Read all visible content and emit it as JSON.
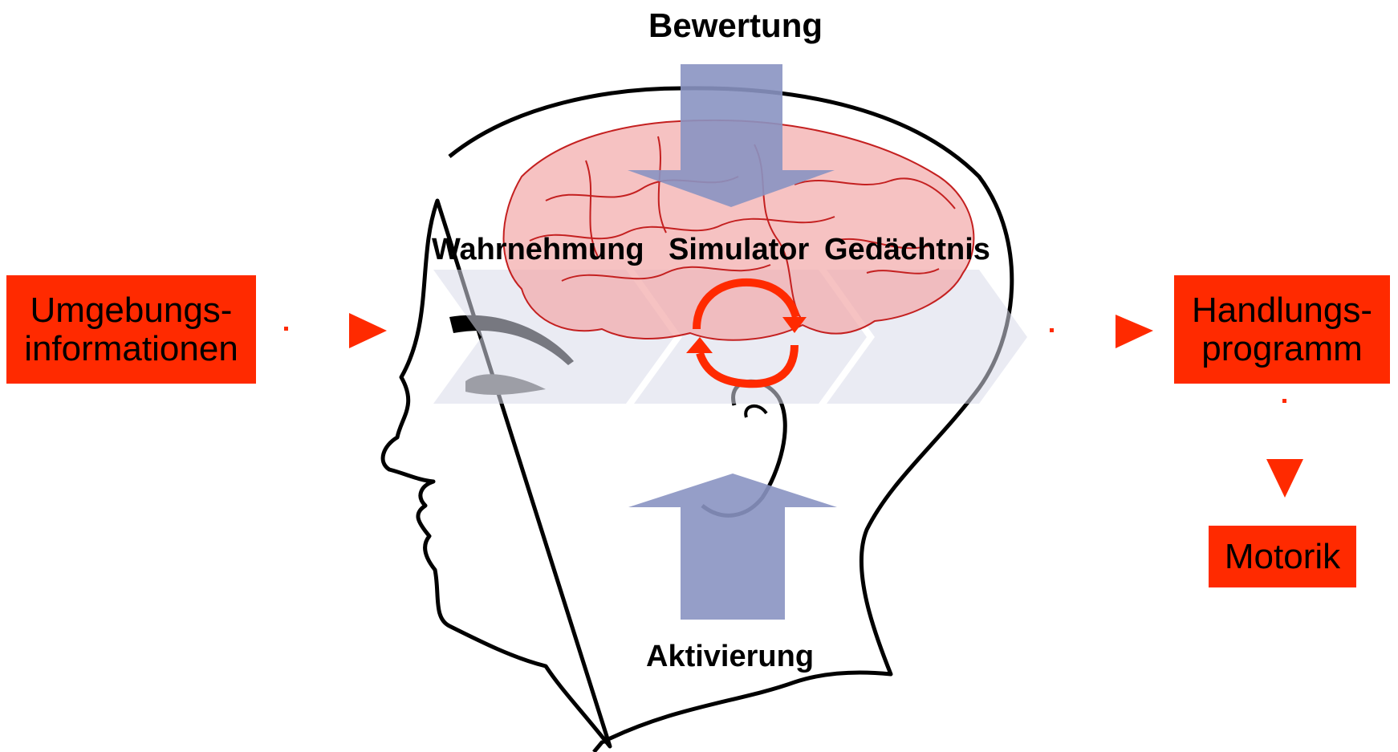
{
  "labels": {
    "bewertung": "Bewertung",
    "wahrnehmung": "Wahrnehmung",
    "simulator": "Simulator",
    "gedaechtnis": "Gedächtnis",
    "aktivierung": "Aktivierung"
  },
  "boxes": {
    "input": {
      "line1": "Umgebungs-",
      "line2": "informationen"
    },
    "program": {
      "line1": "Handlungs-",
      "line2": "programm"
    },
    "motorik": "Motorik"
  },
  "colors": {
    "box": "#ff2a00",
    "arrow_red": "#ff2a00",
    "blue_arrow": "#8a93c2",
    "chevron": "#d8dbea",
    "brain_fill": "#f2a8a8",
    "brain_line": "#c42020",
    "outline": "#000000"
  }
}
